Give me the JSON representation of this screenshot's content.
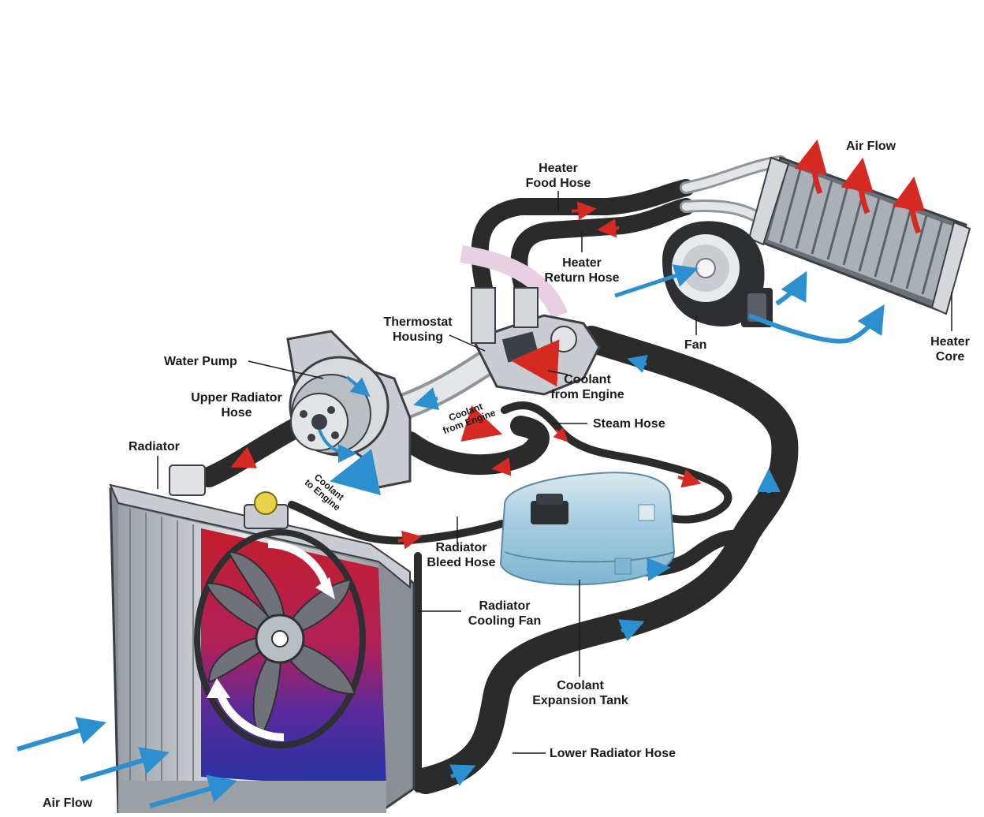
{
  "labels": {
    "air_flow_top": "Air Flow",
    "air_flow_bottom": "Air Flow",
    "heater_food_hose": [
      "Heater",
      "Food Hose"
    ],
    "heater_return_hose": [
      "Heater",
      "Return Hose"
    ],
    "thermostat_housing": [
      "Thermostat",
      "Housing"
    ],
    "water_pump": "Water Pump",
    "upper_radiator_hose": [
      "Upper Radiator",
      "Hose"
    ],
    "radiator": "Radiator",
    "fan": "Fan",
    "heater_core": [
      "Heater",
      "Core"
    ],
    "coolant_from_engine": [
      "Coolant",
      "from Engine"
    ],
    "coolant_from_engine_small": [
      "Coolant",
      "from Engine"
    ],
    "coolant_to_engine_small": [
      "Coolant",
      "to Engine"
    ],
    "steam_hose": "Steam Hose",
    "radiator_bleed_hose": [
      "Radiator",
      "Bleed Hose"
    ],
    "radiator_cooling_fan": [
      "Radiator",
      "Cooling Fan"
    ],
    "coolant_expansion_tank": [
      "Coolant",
      "Expansion Tank"
    ],
    "lower_radiator_hose": "Lower Radiator Hose"
  },
  "colors": {
    "hose": "#2b2b2b",
    "hot_arrow": "#d42a22",
    "cold_arrow": "#2b8fd0",
    "coolant_tank": "#a9cfe2",
    "metal": "#c9ccd0",
    "fan_hot": "#c41e2b",
    "fan_cold": "#2433a3"
  }
}
